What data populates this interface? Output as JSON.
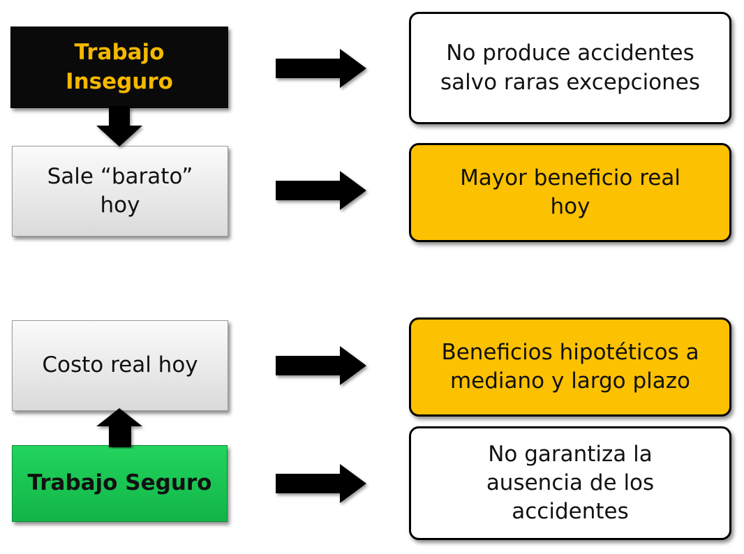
{
  "left": {
    "trabajo_inseguro": [
      "Trabajo",
      "Inseguro"
    ],
    "sale_barato": [
      "Sale “barato”",
      "hoy"
    ],
    "costo_real": [
      "Costo real hoy"
    ],
    "trabajo_seguro": [
      "Trabajo Seguro"
    ]
  },
  "right": {
    "no_produce": [
      "No produce accidentes",
      "salvo raras excepciones"
    ],
    "mayor_beneficio": [
      "Mayor beneficio real",
      "hoy"
    ],
    "beneficios_hipoteticos": [
      "Beneficios hipotéticos a",
      "mediano y largo plazo"
    ],
    "no_garantiza": [
      "No garantiza la",
      "ausencia de los",
      "accidentes"
    ]
  },
  "colors": {
    "amber": "#fcc100",
    "green": "#12b548",
    "title_gold": "#f5b800"
  }
}
